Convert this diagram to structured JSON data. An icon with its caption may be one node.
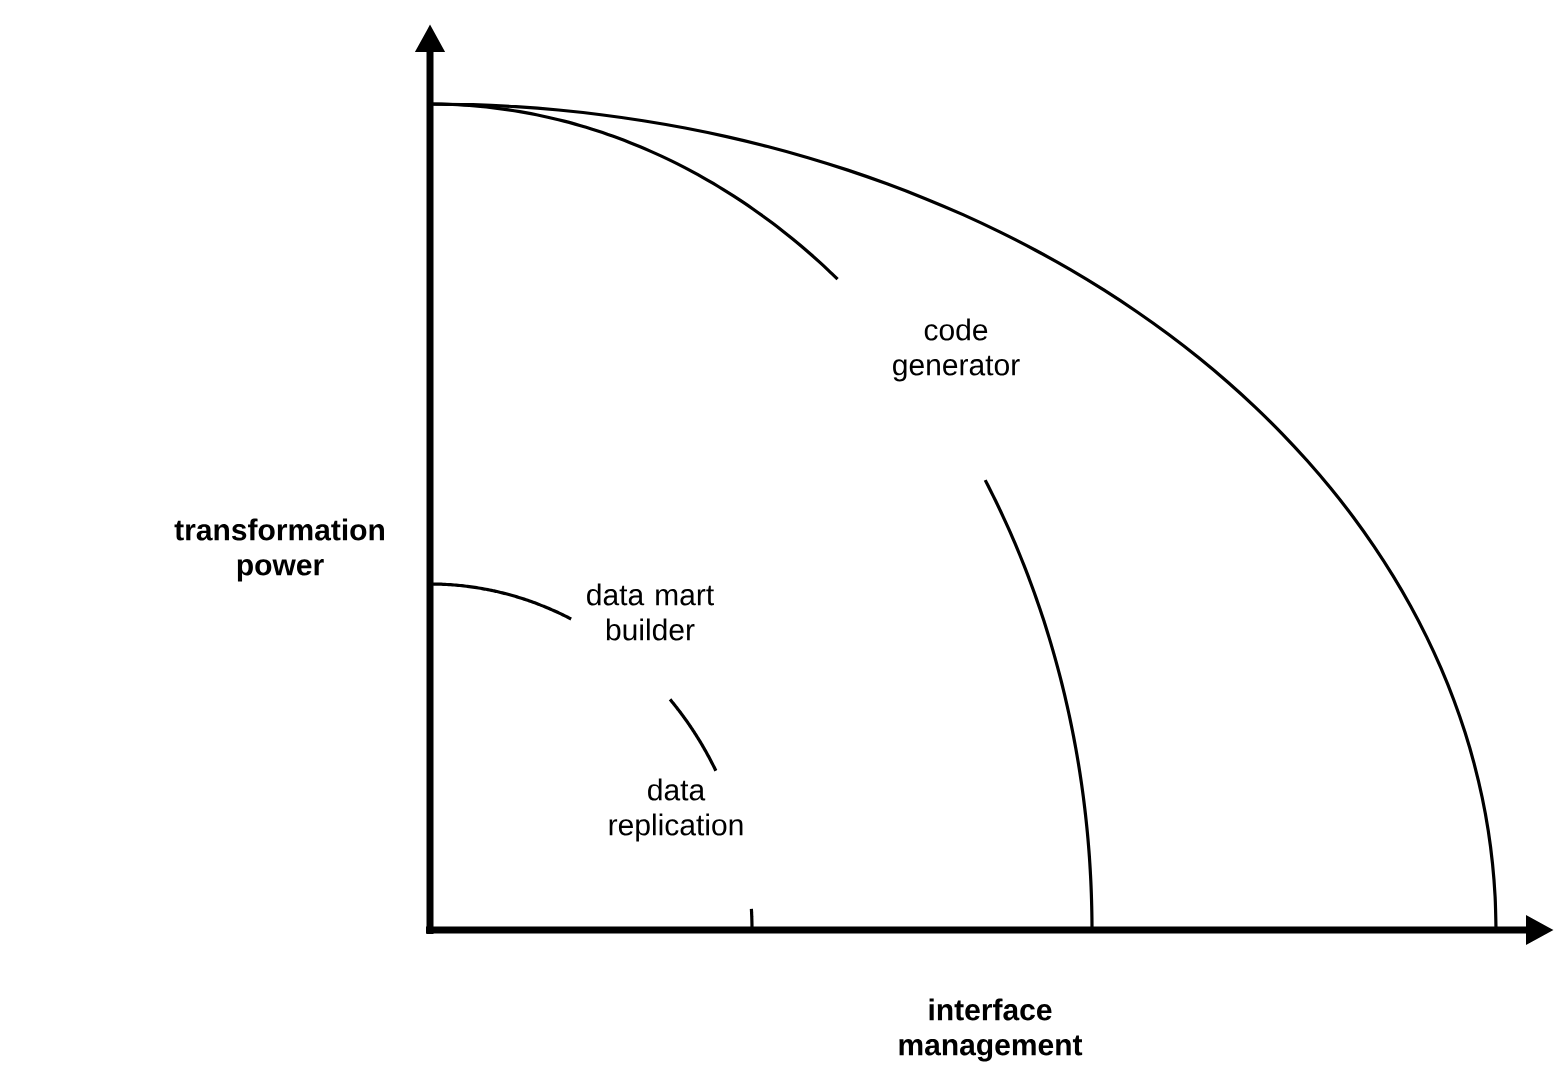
{
  "diagram": {
    "labels": [
      "transformation power",
      "code generator",
      "data mart builder",
      "data replication",
      "interface management"
    ]
  }
}
